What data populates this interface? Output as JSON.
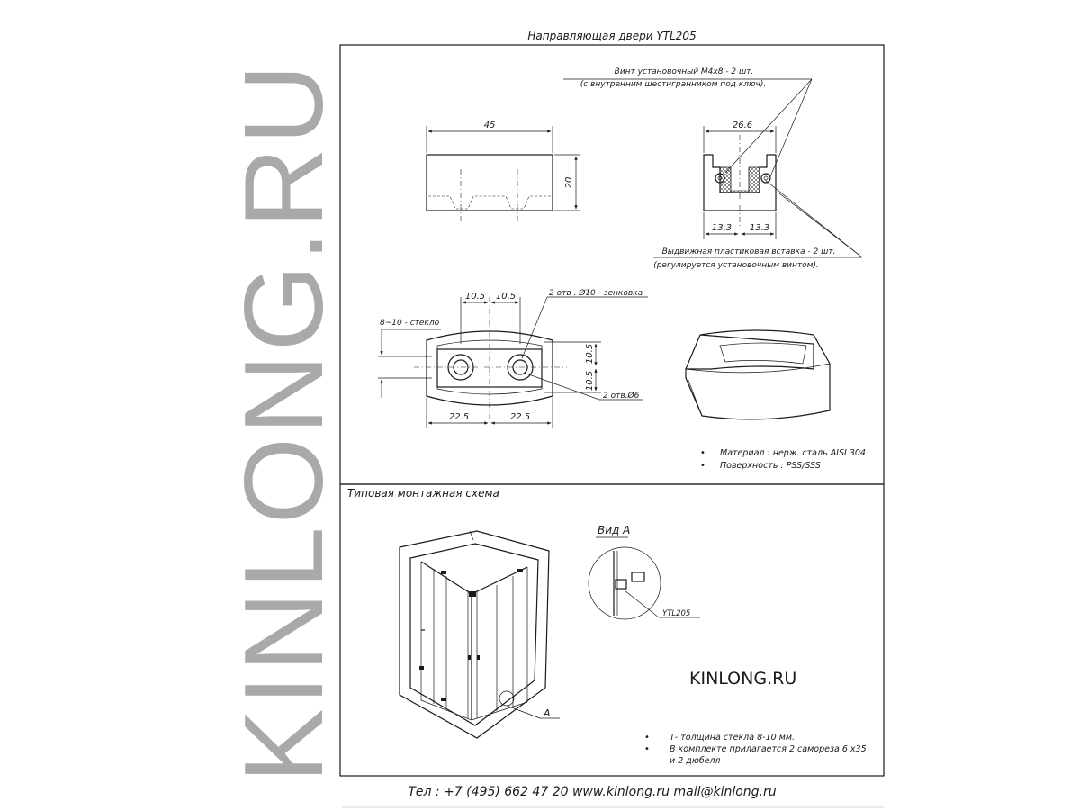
{
  "watermark": "KINLONG.RU",
  "title": "Направляющая двери  YTL205",
  "callouts": {
    "screw_line1": "Винт установочный M4x8 - 2 шт.",
    "screw_line2": "(с внутренним шестигранником под ключ).",
    "insert_line1": "Выдвижная пластиковая вставка - 2 шт.",
    "insert_line2": "(регулируется установочным винтом).",
    "holes_countersink": "2 отв . Ø10 -  зенковка",
    "holes_d6": "2 отв.Ø6",
    "glass": "8~10 - стекло"
  },
  "dimensions": {
    "front_width": "45",
    "front_height": "20",
    "side_width": "26.6",
    "side_left": "13.3",
    "side_right": "13.3",
    "top_left_a": "10.5",
    "top_left_b": "10.5",
    "top_right_a": "10.5",
    "top_right_b": "10.5",
    "bottom_left": "22.5",
    "bottom_right": "22.5"
  },
  "specs": [
    "Материал : нерж. сталь AISI 304",
    "Поверхность : PSS/SSS"
  ],
  "install": {
    "heading": "Типовая монтажная схема",
    "view_label": "Вид А",
    "marker": "A",
    "part_label": "YTL205",
    "brand": "KINLONG.RU",
    "notes": [
      "Т- толщина стекла 8-10 мм.",
      "В комплекте прилагается  2  самореза  6 х35",
      "и  2  дюбеля"
    ]
  },
  "footer": "Тел : +7 (495) 662 47 20 www.kinlong.ru mail@kinlong.ru"
}
